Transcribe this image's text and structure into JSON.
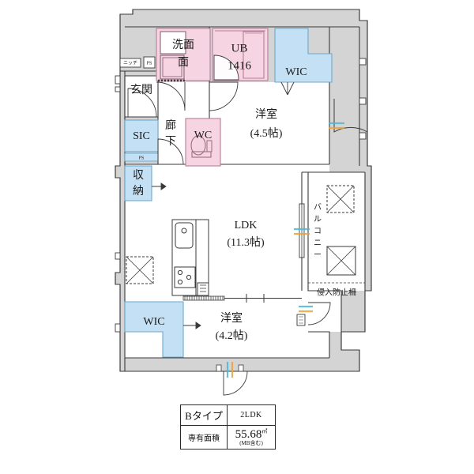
{
  "plan": {
    "title_type": "Bタイプ",
    "layout_code": "2LDK",
    "area_label": "専有面積",
    "area_value": "55.68",
    "area_unit": "㎡",
    "area_note": "(MB含む)"
  },
  "rooms": {
    "entrance": "玄関",
    "niche": "ニッチ",
    "ps_top": "PS",
    "ps_mid": "PS",
    "sic": "SIC",
    "storage": "収納",
    "corridor": "廊下",
    "washroom": "洗面",
    "unit_bath": "UB",
    "unit_bath_size": "1416",
    "wc": "WC",
    "wic_top": "WIC",
    "wic_bottom": "WIC",
    "bedroom1_name": "洋室",
    "bedroom1_size": "(4.5帖)",
    "bedroom2_name": "洋室",
    "bedroom2_size": "(4.2帖)",
    "ldk_name": "LDK",
    "ldk_size": "(11.3帖)",
    "balcony": "バルコニー",
    "intrusion_fence": "侵入防止柵"
  },
  "colors": {
    "wall_fill": "#d4d4d4",
    "wall_stroke": "#4a4a4a",
    "wet_area": "#f7d4e2",
    "wet_stroke": "#c98fa8",
    "closet_area": "#c3e0f5",
    "closet_stroke": "#6fa8cc",
    "line": "#3a3a3a",
    "text": "#1a1a1a",
    "window_blue": "#4bb8d4",
    "window_orange": "#e8a33d"
  }
}
